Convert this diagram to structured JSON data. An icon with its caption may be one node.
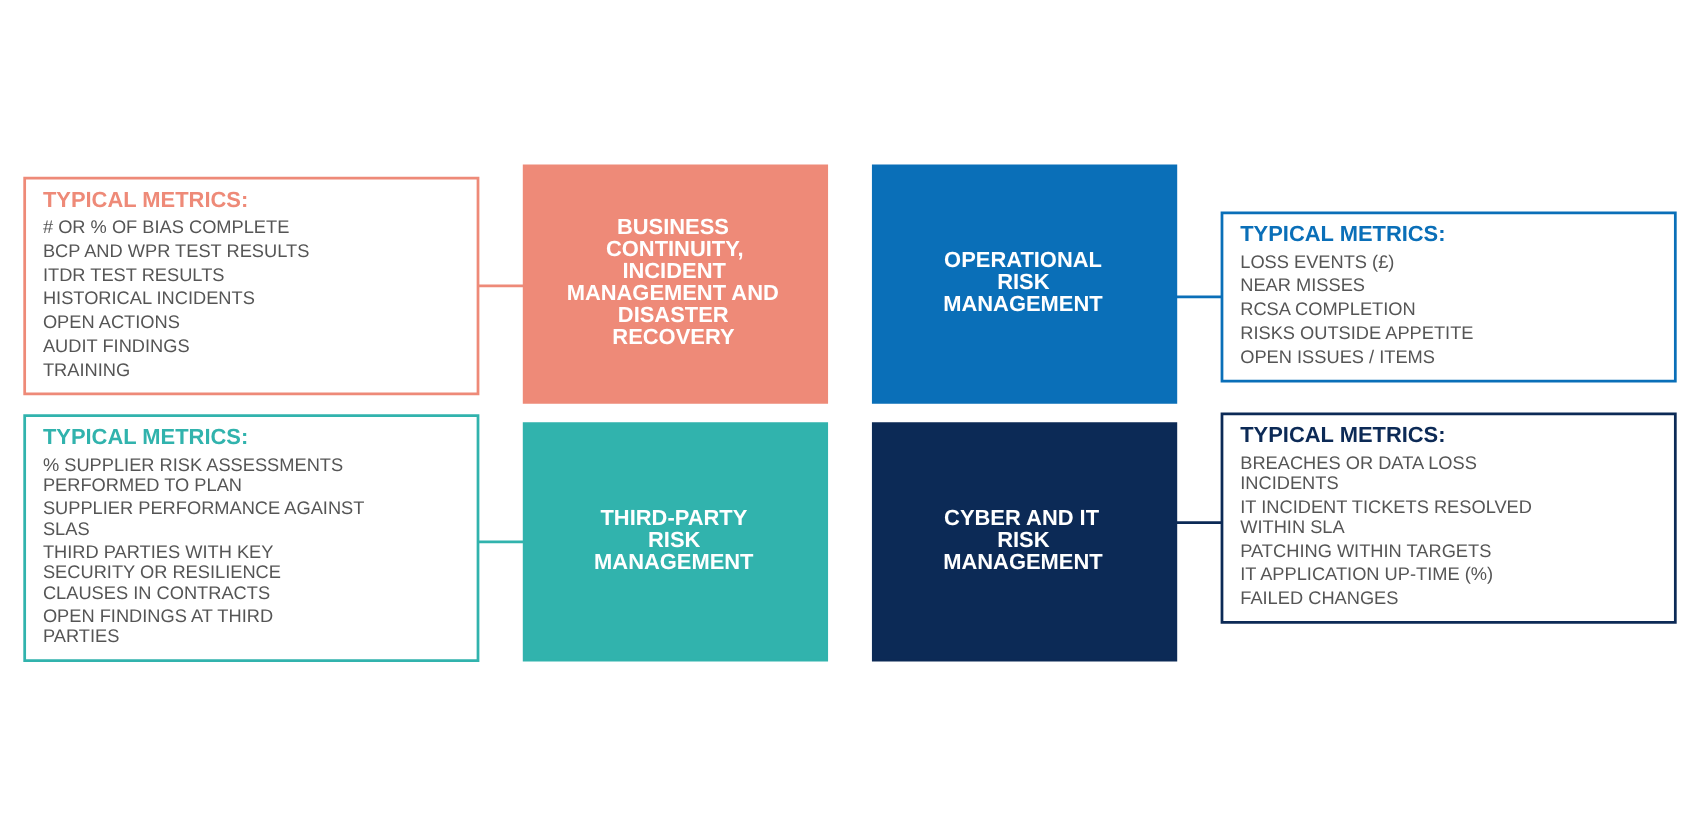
{
  "diagram": {
    "nodes": [
      {
        "text": [
          "TYPICAL METRICS:",
          "# OR % OF BIAS COMPLETE",
          "BCP AND WPR TEST RESULTS",
          "ITDR TEST RESULTS",
          "HISTORICAL INCIDENTS",
          "OPEN ACTIONS",
          "AUDIT FINDINGS",
          "TRAINING"
        ]
      },
      {
        "text": [
          "TYPICAL METRICS:",
          "% SUPPLIER RISK ASSESSMENTS PERFORMED TO PLAN",
          "SUPPLIER PERFORMANCE AGAINST SLAS",
          "THIRD PARTIES WITH KEY SECURITY OR RESILIENCE CLAUSES IN CONTRACTS",
          "OPEN FINDINGS AT THIRD PARTIES"
        ]
      },
      {
        "text": [
          "BUSINESS CONTINUITY, INCIDENT MANAGEMENT AND DISASTER RECOVERY"
        ]
      },
      {
        "text": [
          "THIRD-PARTY RISK MANAGEMENT"
        ]
      },
      {
        "text": [
          "OPERATIONAL RISK MANAGEMENT"
        ]
      },
      {
        "text": [
          "CYBER AND IT RISK MANAGEMENT"
        ]
      },
      {
        "text": [
          "TYPICAL METRICS:",
          "LOSS EVENTS (£)",
          "NEAR MISSES",
          "RCSA COMPLETION",
          "RISKS OUTSIDE APPETITE",
          "OPEN ISSUES / ITEMS"
        ]
      },
      {
        "text": [
          "TYPICAL METRICS:",
          "BREACHES OR DATA LOSS INCIDENTS",
          "IT INCIDENT TICKETS RESOLVED WITHIN SLA",
          "PATCHING WITHIN TARGETS",
          "IT APPLICATION UP-TIME (%)",
          "FAILED CHANGES"
        ]
      }
    ],
    "edges": [
      {
        "from": 0,
        "to": 2,
        "arrow": "none",
        "color": "#ee8a78"
      },
      {
        "from": 1,
        "to": 3,
        "arrow": "none",
        "color": "#31b3ad"
      },
      {
        "from": 4,
        "to": 6,
        "arrow": "none",
        "color": "#0a6fb8"
      },
      {
        "from": 5,
        "to": 7,
        "arrow": "none",
        "color": "#0c2a56"
      }
    ]
  }
}
